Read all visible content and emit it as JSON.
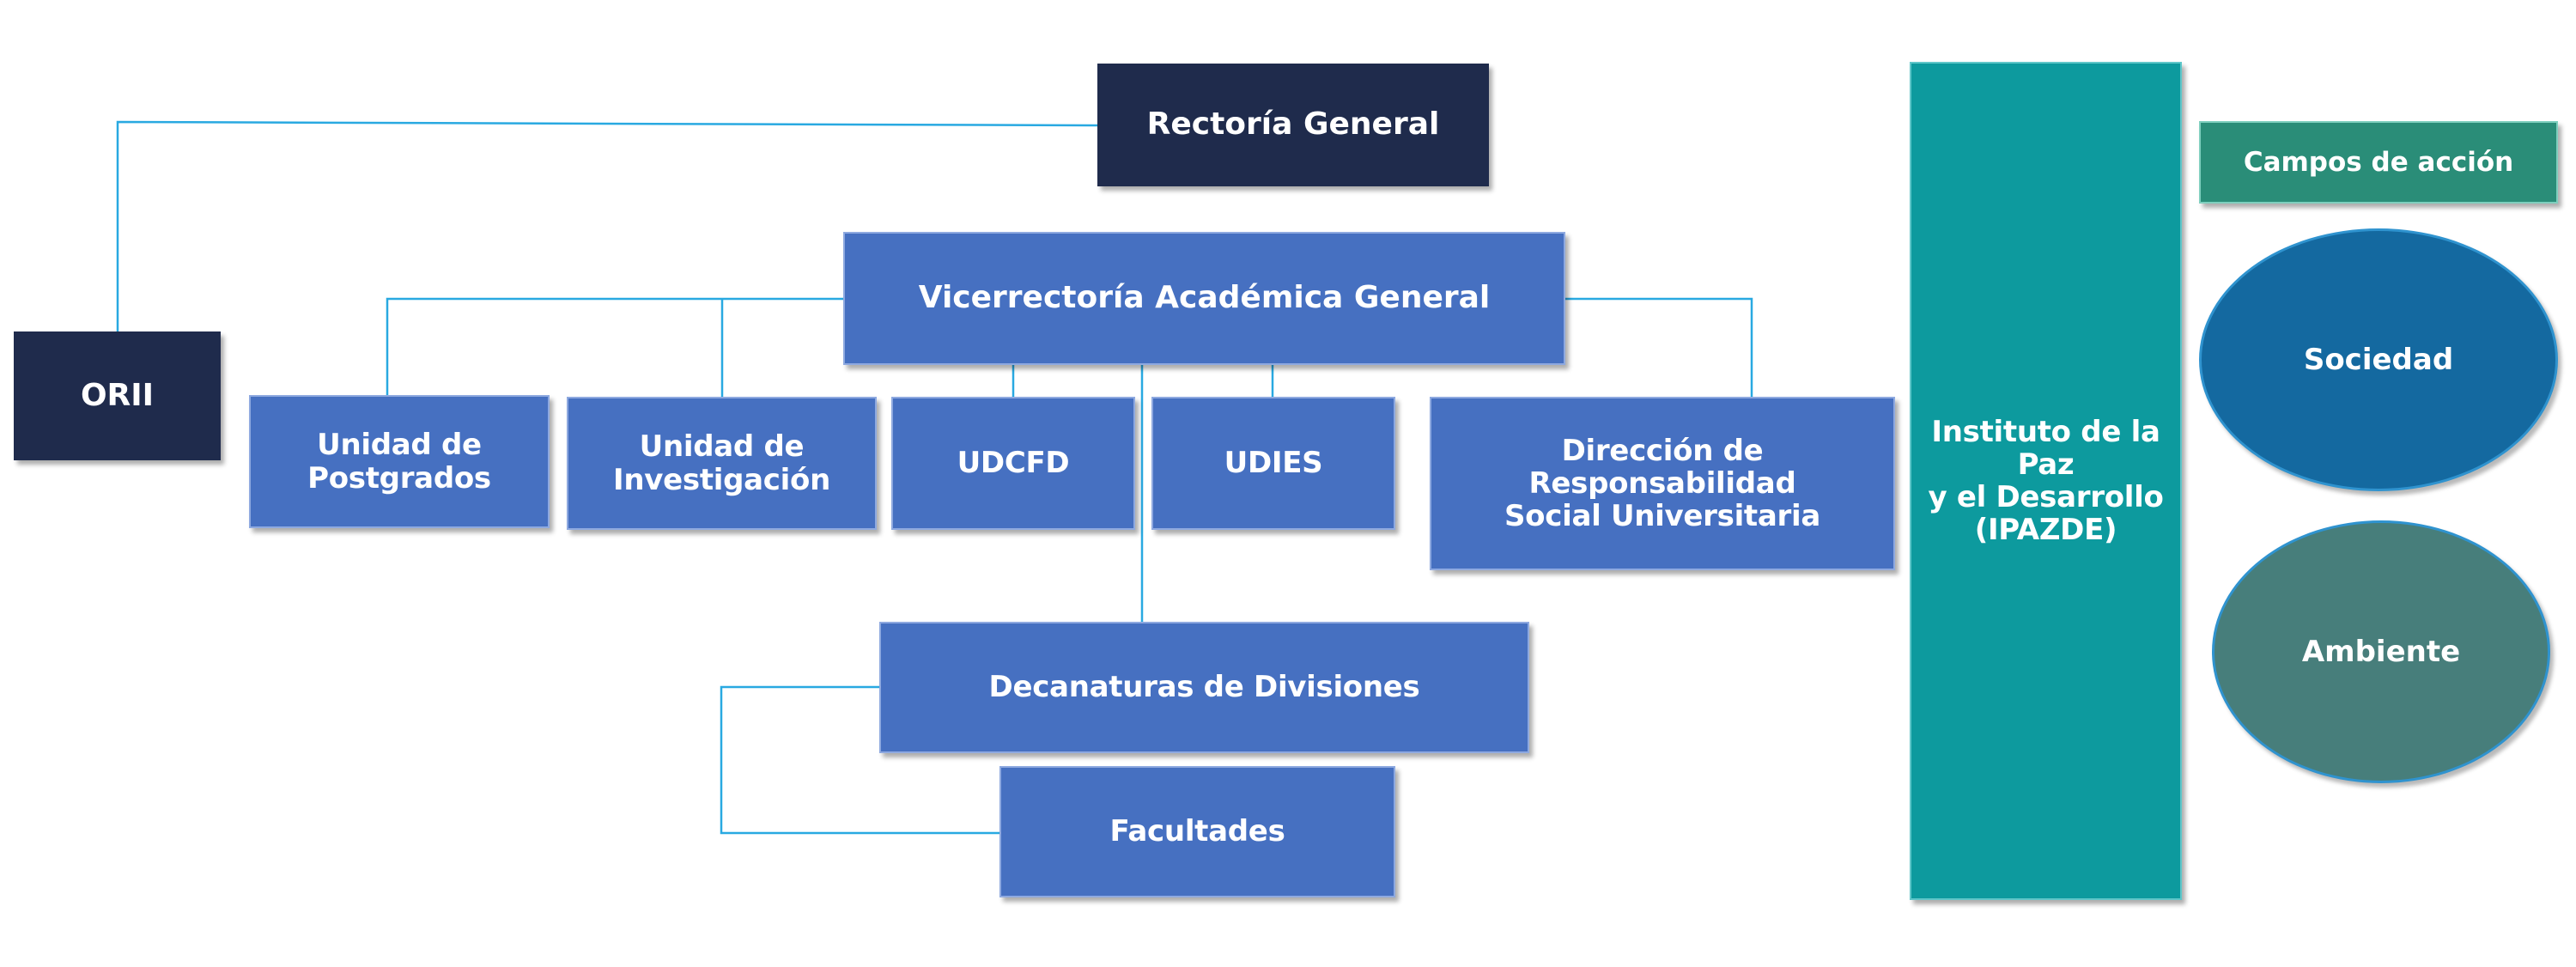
{
  "nodes": {
    "rectoria": "Rectoría General",
    "orii": "ORII",
    "vicerrectoria": "Vicerrectoría Académica General",
    "postgrados": "Unidad de\nPostgrados",
    "investigacion": "Unidad de\nInvestigación",
    "udcfd": "UDCFD",
    "udies": "UDIES",
    "direccion": "Dirección de Responsabilidad\nSocial Universitaria",
    "decanaturas": "Decanaturas de Divisiones",
    "facultades": "Facultades",
    "instituto": "Instituto de la Paz\ny el Desarrollo\n(IPAZDE)",
    "campos": "Campos de acción",
    "sociedad": "Sociedad",
    "ambiente": "Ambiente"
  },
  "edges": [
    {
      "from": "rectoria",
      "to": "orii"
    },
    {
      "from": "vicerrectoria",
      "to": "postgrados"
    },
    {
      "from": "vicerrectoria",
      "to": "investigacion"
    },
    {
      "from": "vicerrectoria",
      "to": "udcfd"
    },
    {
      "from": "vicerrectoria",
      "to": "udies"
    },
    {
      "from": "vicerrectoria",
      "to": "direccion"
    },
    {
      "from": "vicerrectoria",
      "to": "decanaturas"
    },
    {
      "from": "decanaturas",
      "to": "facultades"
    }
  ],
  "colors": {
    "navy": "#1f2b4c",
    "blue": "#4670c1",
    "teal": "#0d9a9e",
    "green": "#2a8d78",
    "sociedad": "#1469a0",
    "ambiente": "#477e7b",
    "connector": "#29a9e1"
  }
}
